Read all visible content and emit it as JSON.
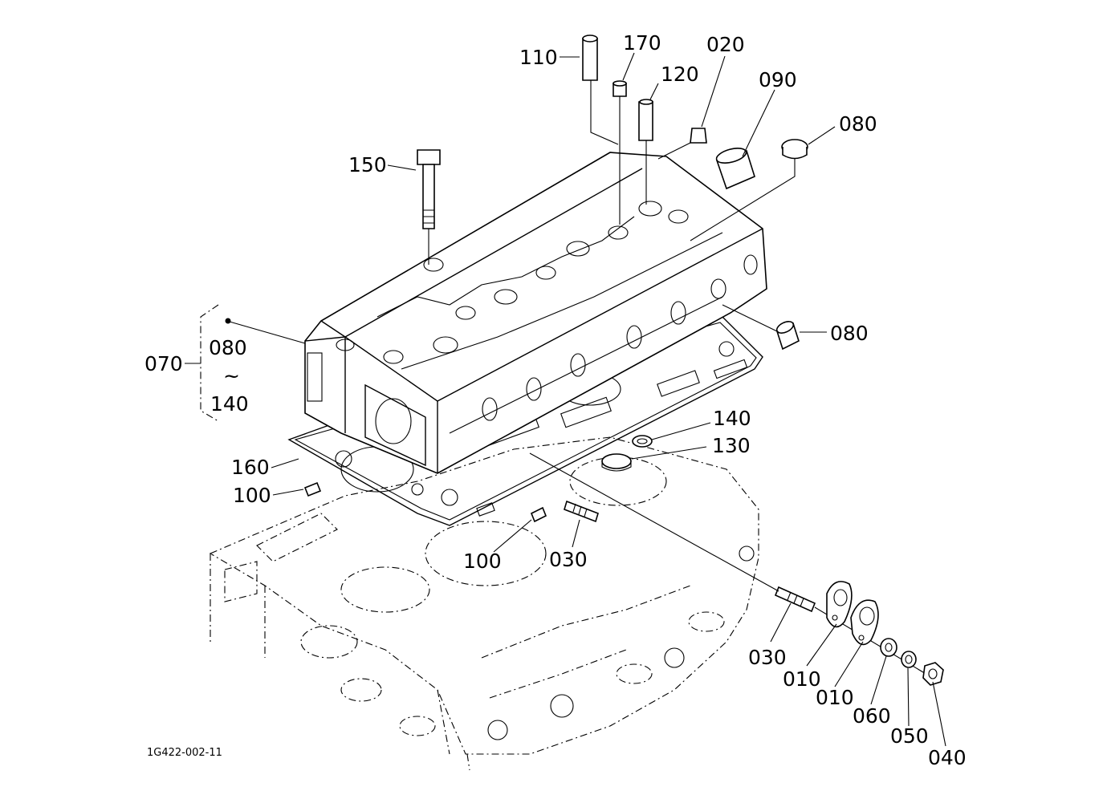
{
  "drawing_id": "1G422-002-11",
  "callouts": {
    "c110": "110",
    "c170": "170",
    "c120": "120",
    "c020": "020",
    "c090": "090",
    "c080_top": "080",
    "c150": "150",
    "c080_right": "080",
    "c070": "070",
    "c070_from": "080",
    "c070_tilde": "~",
    "c070_to": "140",
    "c140": "140",
    "c130": "130",
    "c160": "160",
    "c100_left": "100",
    "c100_mid": "100",
    "c030_mid": "030",
    "c030_right": "030",
    "c010_a": "010",
    "c010_b": "010",
    "c060": "060",
    "c050": "050",
    "c040": "040"
  }
}
